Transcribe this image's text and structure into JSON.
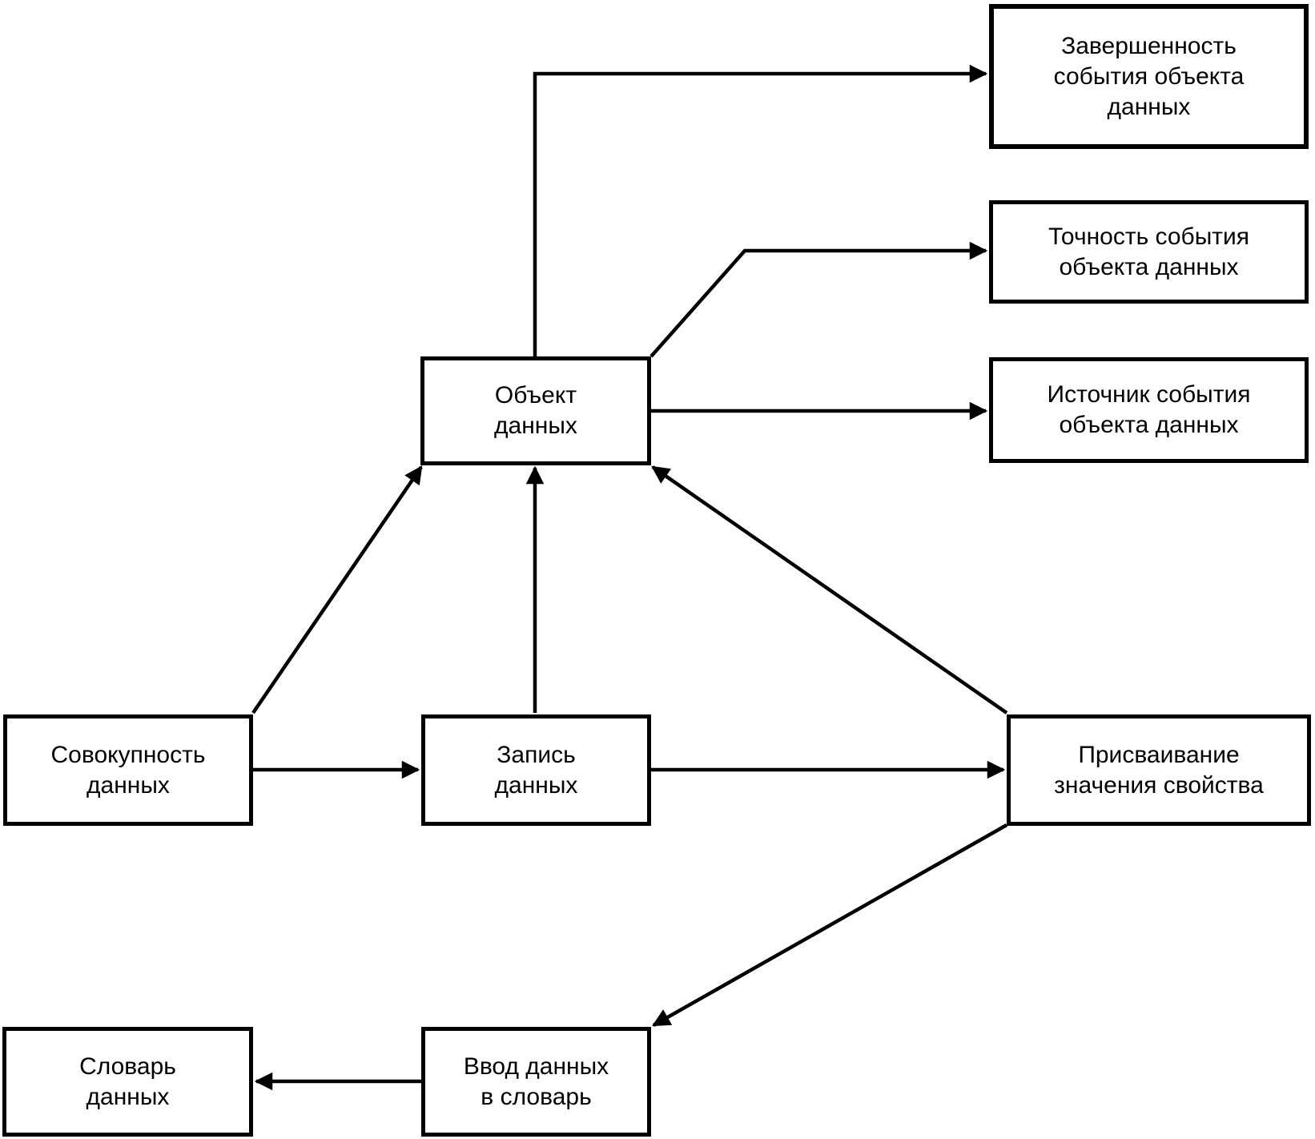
{
  "diagram": {
    "background_color": "#ffffff",
    "line_color": "#000000",
    "nodes": {
      "event_completeness": {
        "label": "Завершенность\nсобытия объекта\nданных"
      },
      "event_accuracy": {
        "label": "Точность события\nобъекта данных"
      },
      "event_source": {
        "label": "Источник события\nобъекта данных"
      },
      "data_object": {
        "label": "Объект\nданных"
      },
      "data_collection": {
        "label": "Совокупность\nданных"
      },
      "data_record": {
        "label": "Запись\nданных"
      },
      "property_assignment": {
        "label": "Присваивание\nзначения свойства"
      },
      "data_dictionary": {
        "label": "Словарь\nданных"
      },
      "dictionary_input": {
        "label": "Ввод данных\nв словарь"
      }
    },
    "edges": [
      {
        "from": "data_object",
        "to": "event_completeness"
      },
      {
        "from": "data_object",
        "to": "event_accuracy"
      },
      {
        "from": "data_object",
        "to": "event_source"
      },
      {
        "from": "data_collection",
        "to": "data_object"
      },
      {
        "from": "data_record",
        "to": "data_object"
      },
      {
        "from": "property_assignment",
        "to": "data_object"
      },
      {
        "from": "data_collection",
        "to": "data_record"
      },
      {
        "from": "data_record",
        "to": "property_assignment"
      },
      {
        "from": "property_assignment",
        "to": "dictionary_input"
      },
      {
        "from": "dictionary_input",
        "to": "data_dictionary"
      }
    ]
  }
}
